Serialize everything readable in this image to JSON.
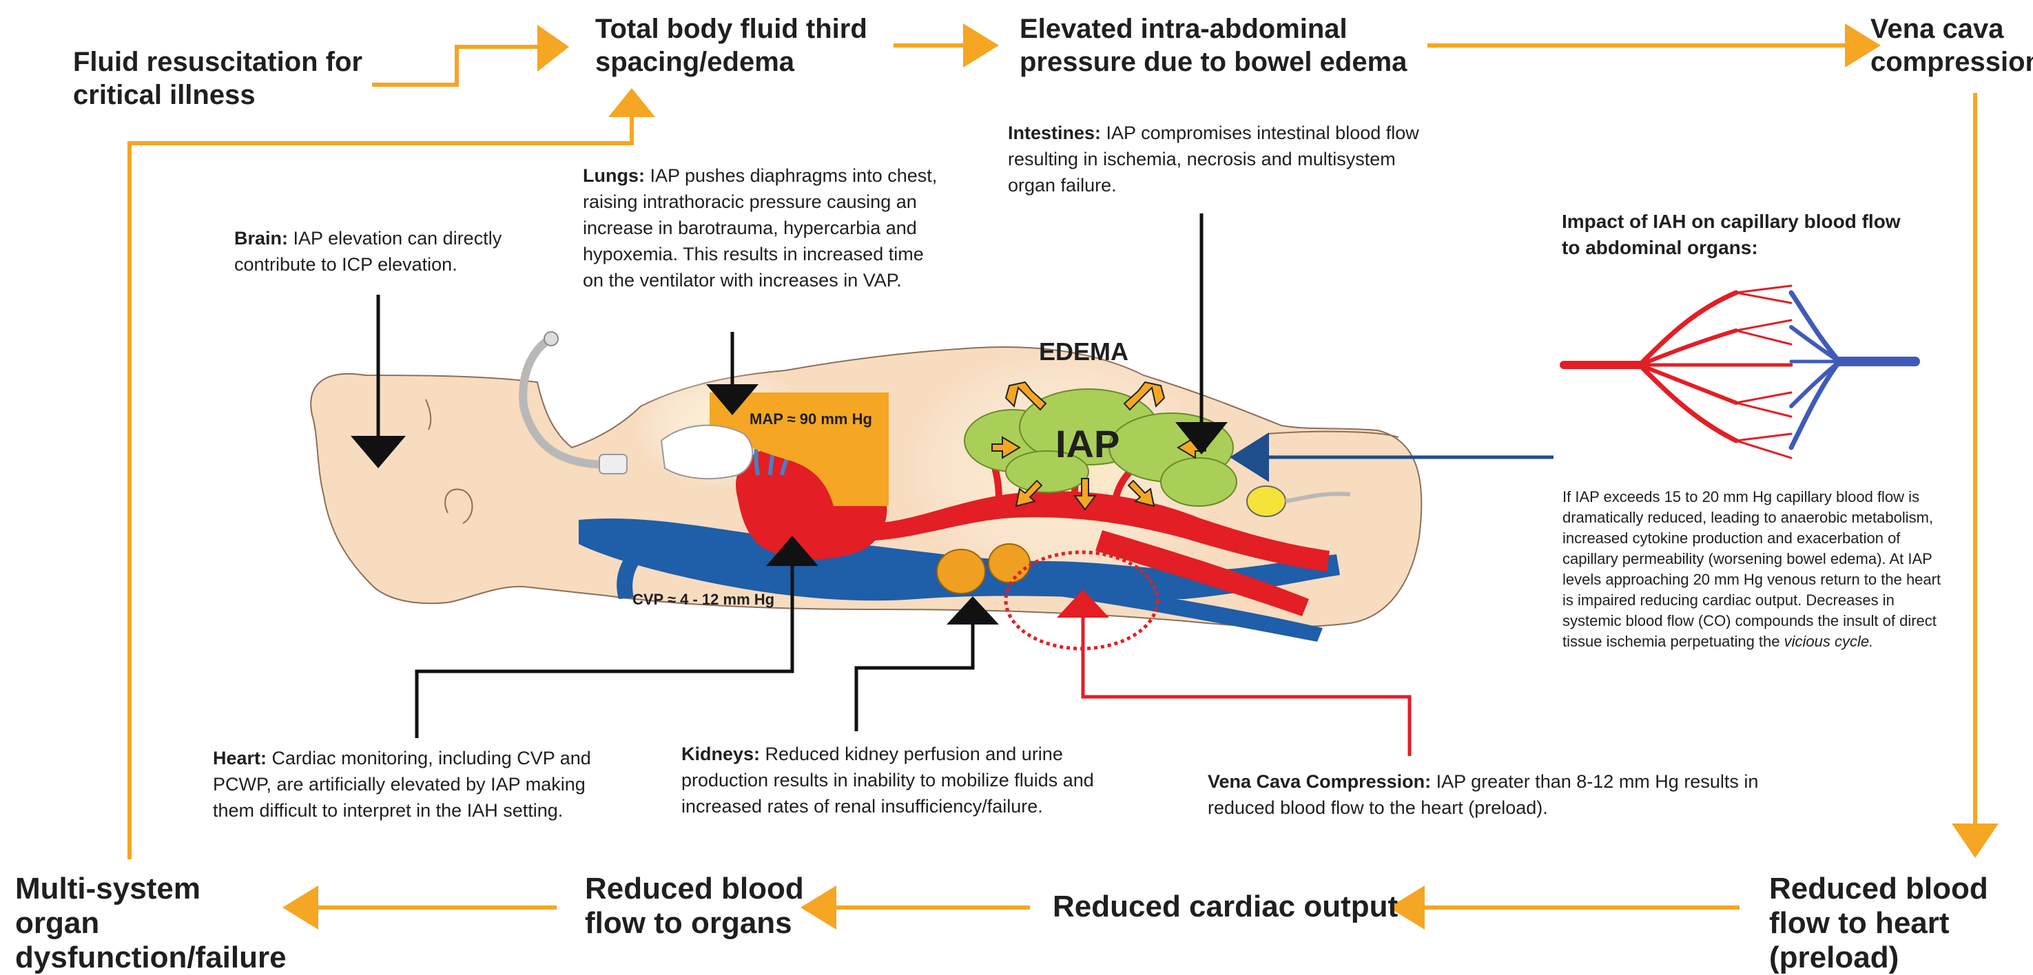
{
  "colors": {
    "flow_arrow": "#f5a623",
    "artery": "#e31e24",
    "vein": "#1f5ea8",
    "edema_green": "#a9cf58",
    "skin": "#f7dcc0",
    "pointer_black": "#111111",
    "pointer_red": "#e31e24",
    "pointer_blue": "#1f4e8c",
    "organ_orange": "#f5a623"
  },
  "cycle": {
    "fluid_resuscitation": "Fluid resuscitation for critical illness",
    "third_spacing": "Total body fluid third spacing/edema",
    "elevated_iap": "Elevated intra-abdominal pressure due to bowel edema",
    "vena_cava": "Vena cava compression",
    "reduced_flow_heart": "Reduced blood flow to heart (preload)",
    "reduced_cardiac_output": "Reduced cardiac output",
    "reduced_flow_organs": "Reduced blood flow to organs",
    "multi_system": "Multi-system organ dysfunction/failure"
  },
  "notes": {
    "brain": {
      "label": "Brain:",
      "text": "IAP elevation can directly contribute to ICP elevation."
    },
    "lungs": {
      "label": "Lungs:",
      "text": "IAP pushes diaphragms into chest, raising intrathoracic pressure causing an increase in barotrauma, hypercarbia and hypoxemia. This results in increased time on the ventilator with increases in VAP."
    },
    "intestines": {
      "label": "Intestines:",
      "text": "IAP compromises intestinal blood flow resulting in ischemia, necrosis and multisystem organ failure."
    },
    "heart": {
      "label": "Heart:",
      "text": "Cardiac monitoring, including CVP and PCWP, are artificially elevated by IAP making them difficult to interpret in the IAH setting."
    },
    "kidneys": {
      "label": "Kidneys:",
      "text": "Reduced kidney perfusion and urine production results in inability to mobilize fluids and increased rates of renal insufficiency/failure."
    },
    "vena_cava": {
      "label": "Vena Cava Compression:",
      "text": "IAP greater than 8-12 mm Hg results in reduced blood flow to the heart (preload)."
    }
  },
  "diagram": {
    "edema": "EDEMA",
    "iap": "IAP",
    "map": "MAP ≈ 90 mm Hg",
    "cvp": "CVP ≈ 4 - 12 mm Hg"
  },
  "sidebar": {
    "title": "Impact of IAH on capillary blood flow to abdominal organs:",
    "text_before": "If IAP exceeds 15 to 20 mm Hg capillary blood flow is dramatically reduced, leading to anaerobic metabolism, increased cytokine production and exacerbation of capillary permeability (worsening bowel edema). At IAP levels approaching 20 mm Hg venous return to the heart is impaired reducing cardiac output. Decreases in systemic blood flow (CO) compounds the insult of direct tissue ischemia perpetuating the",
    "text_italic": "vicious cycle."
  }
}
